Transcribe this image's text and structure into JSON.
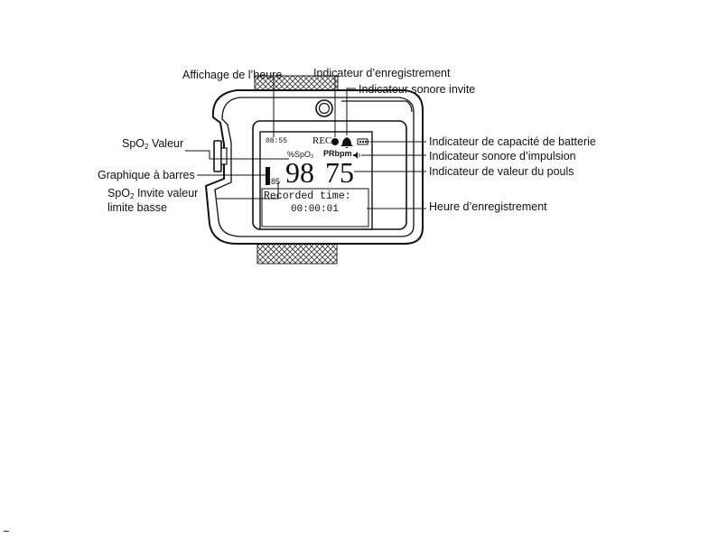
{
  "callouts": {
    "time_display": "Affichage de l’heure",
    "recording_indicator": "Indicateur d’enregistrement",
    "sound_alert_indicator": "Indicateur sonore invite",
    "spo2_value_prefix": "SpO",
    "spo2_value_sub": "2",
    "spo2_value_suffix": " Valeur",
    "bar_graph": "Graphique à barres",
    "spo2_low_prefix": "SpO",
    "spo2_low_sub": "2",
    "spo2_low_suffix": " Invite valeur",
    "spo2_low_line2": "limite basse",
    "battery_indicator": "Indicateur de capacité de batterie",
    "pulse_sound_indicator": "Indicateur sonore d’impulsion",
    "pulse_value_indicator": "Indicateur de valeur du pouls",
    "recording_time": "Heure d’enregistrement"
  },
  "screen": {
    "time": "08:55",
    "rec": "REC",
    "spo2_unit": "%SpO₂",
    "pr_unit": "PRbpm",
    "spo2_value": "98",
    "pr_value": "75",
    "low_limit": "85",
    "recorded_label": "Recorded time:",
    "recorded_value": "00:00:01"
  },
  "icons": {
    "rec_dot": "filled-circle-icon",
    "bell": "bell-icon",
    "battery": "battery-icon",
    "pulse_sound": "speaker-icon"
  }
}
